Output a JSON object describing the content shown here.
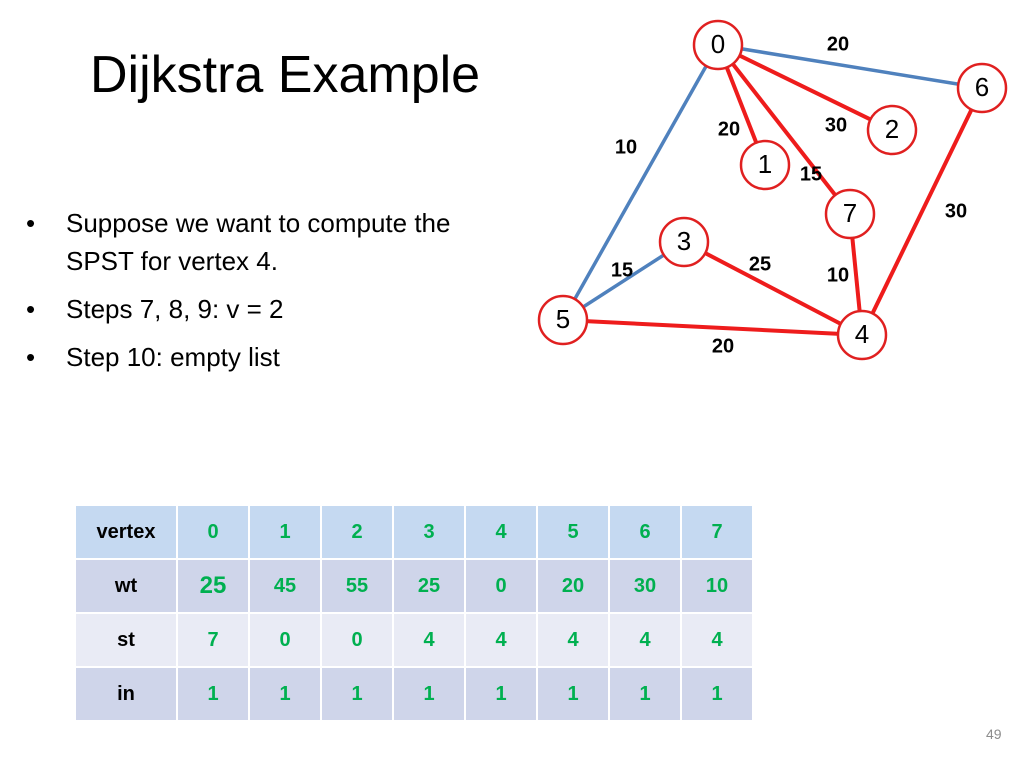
{
  "slide": {
    "title": "Dijkstra Example",
    "bullets": [
      "Suppose we want to compute the SPST for vertex 4.",
      "Steps 7, 8, 9: v = 2",
      "Step 10: empty list"
    ],
    "bullet_glyph": "•",
    "page_number": "49"
  },
  "colors": {
    "tree_edge": "#ee1c1c",
    "other_edge": "#4f81bd",
    "node_stroke": "#e02020",
    "value_text": "#00b050"
  },
  "graph": {
    "nodes": [
      {
        "id": "0",
        "label": "0"
      },
      {
        "id": "1",
        "label": "1"
      },
      {
        "id": "2",
        "label": "2"
      },
      {
        "id": "3",
        "label": "3"
      },
      {
        "id": "4",
        "label": "4"
      },
      {
        "id": "5",
        "label": "5"
      },
      {
        "id": "6",
        "label": "6"
      },
      {
        "id": "7",
        "label": "7"
      }
    ],
    "edges": [
      {
        "from": "0",
        "to": "6",
        "weight": "20",
        "in_tree": false
      },
      {
        "from": "0",
        "to": "5",
        "weight": "10",
        "in_tree": false
      },
      {
        "from": "0",
        "to": "1",
        "weight": "20",
        "in_tree": true
      },
      {
        "from": "0",
        "to": "2",
        "weight": "30",
        "in_tree": true
      },
      {
        "from": "0",
        "to": "7",
        "weight": "15",
        "in_tree": true
      },
      {
        "from": "6",
        "to": "4",
        "weight": "30",
        "in_tree": true
      },
      {
        "from": "7",
        "to": "4",
        "weight": "10",
        "in_tree": true
      },
      {
        "from": "3",
        "to": "4",
        "weight": "25",
        "in_tree": true
      },
      {
        "from": "3",
        "to": "5",
        "weight": "15",
        "in_tree": false
      },
      {
        "from": "5",
        "to": "4",
        "weight": "20",
        "in_tree": true
      }
    ]
  },
  "table": {
    "rows": [
      {
        "label": "vertex",
        "values": [
          "0",
          "1",
          "2",
          "3",
          "4",
          "5",
          "6",
          "7"
        ]
      },
      {
        "label": "wt",
        "values": [
          "25",
          "45",
          "55",
          "25",
          "0",
          "20",
          "30",
          "10"
        ]
      },
      {
        "label": "st",
        "values": [
          "7",
          "0",
          "0",
          "4",
          "4",
          "4",
          "4",
          "4"
        ]
      },
      {
        "label": "in",
        "values": [
          "1",
          "1",
          "1",
          "1",
          "1",
          "1",
          "1",
          "1"
        ]
      }
    ]
  }
}
